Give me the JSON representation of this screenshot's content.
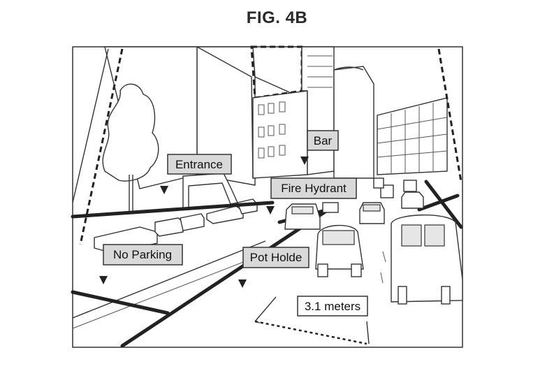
{
  "figure": {
    "title": "FIG. 4B"
  },
  "labels": {
    "entrance": "Entrance",
    "bar": "Bar",
    "fire_hydrant": "Fire Hydrant",
    "no_parking": "No Parking",
    "pot_hole": "Pot Holde",
    "distance": "3.1 meters"
  }
}
